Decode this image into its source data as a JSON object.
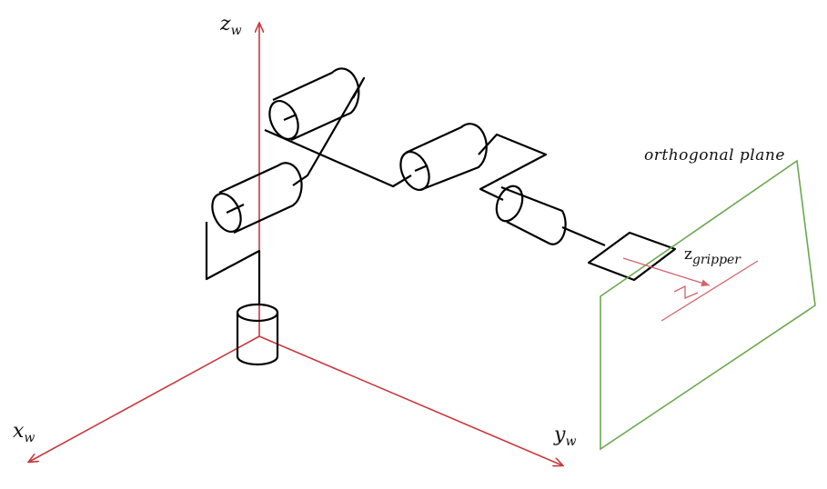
{
  "axes": {
    "z": {
      "main": "z",
      "sub": "w"
    },
    "x": {
      "main": "x",
      "sub": "w"
    },
    "y": {
      "main": "y",
      "sub": "w"
    }
  },
  "gripper_axis": {
    "main": "z",
    "sub": "gripper"
  },
  "plane_label": "orthogonal plane",
  "colors": {
    "axis": "#c8383c",
    "gripper_axis": "#d4636a",
    "plane": "#6aa84f",
    "robot": "#000000"
  }
}
